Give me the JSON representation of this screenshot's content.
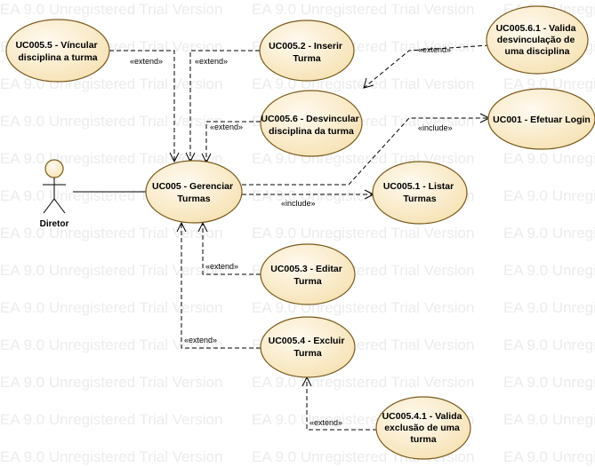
{
  "watermark": "EA 9.0 Unregistered Trial Version",
  "actor": {
    "label": "Diretor"
  },
  "use_cases": {
    "uc005_5": [
      "UC005.5 - Víncular",
      "disciplina a turma"
    ],
    "uc005_2": [
      "UC005.2 - Inserir",
      "Turma"
    ],
    "uc005_6_1": [
      "UC005.6.1 - Valida",
      "desvinculação de",
      "uma disciplina"
    ],
    "uc005_6": [
      "UC005.6 - Desvincular",
      "disciplina da turma"
    ],
    "uc001": [
      "UC001 - Efetuar Login"
    ],
    "uc005": [
      "UC005 - Gerenciar",
      "Turmas"
    ],
    "uc005_1": [
      "UC005.1 - Listar",
      "Turmas"
    ],
    "uc005_3": [
      "UC005.3 - Editar",
      "Turma"
    ],
    "uc005_4": [
      "UC005.4 - Excluir",
      "Turma"
    ],
    "uc005_4_1": [
      "UC005.4.1 - Valida",
      "exclusão de uma",
      "turma"
    ]
  },
  "relations": {
    "extend_5": "«extend»",
    "extend_2": "«extend»",
    "extend_6_1": "«extend»",
    "extend_6": "«extend»",
    "include_login": "«include»",
    "include_list": "«include»",
    "extend_3": "«extend»",
    "extend_4": "«extend»",
    "extend_4_1": "«extend»"
  },
  "colors": {
    "usecase_fill": "#fdefc8",
    "usecase_stroke": "#7a5a1e",
    "watermark": "#ececec"
  }
}
